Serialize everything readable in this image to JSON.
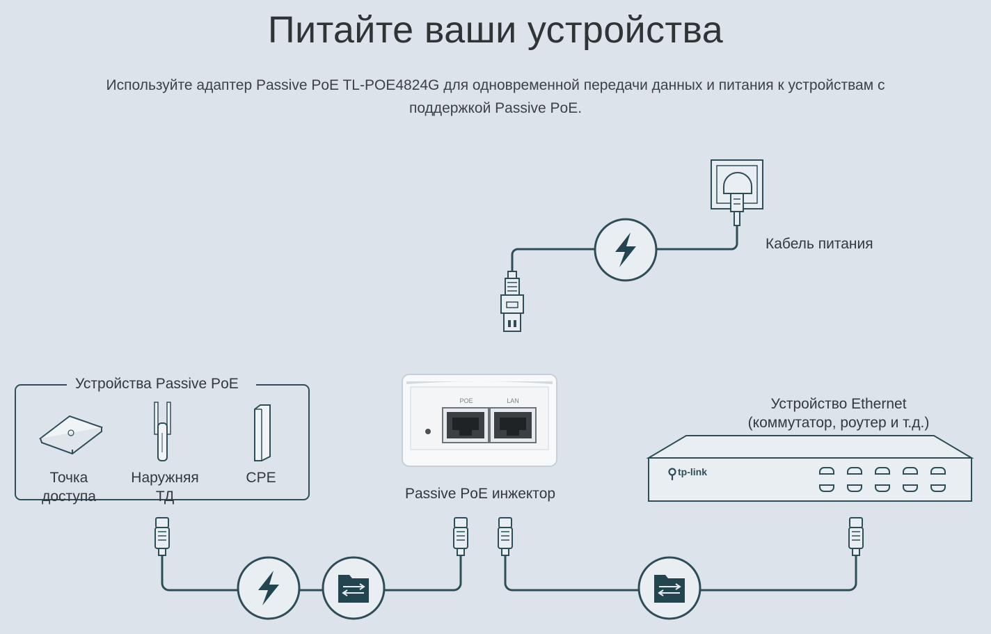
{
  "header": {
    "title": "Питайте ваши устройства",
    "subtitle_line1": "Используйте адаптер Passive PoE TL-POE4824G для одновременной передачи данных и питания к устройствам с",
    "subtitle_line2": "поддержкой Passive PoE."
  },
  "power": {
    "label": "Кабель питания",
    "icon": "lightning-icon"
  },
  "passive_group": {
    "title": "Устройства Passive PoE",
    "items": [
      {
        "label_line1": "Точка",
        "label_line2": "доступа",
        "icon": "access-point-icon"
      },
      {
        "label_line1": "Наружняя",
        "label_line2": "ТД",
        "icon": "outdoor-ap-icon"
      },
      {
        "label_line1": "CPE",
        "label_line2": "",
        "icon": "cpe-icon"
      }
    ]
  },
  "injector": {
    "label": "Passive PoE инжектор",
    "port_poe": "POE",
    "port_lan": "LAN"
  },
  "ethernet": {
    "label_line1": "Устройство Ethernet",
    "label_line2": "(коммутатор, роутер и т.д.)",
    "brand": "tp-link"
  },
  "colors": {
    "background": "#dde3ea",
    "line": "#2e4d57",
    "icon_dark": "#234550",
    "text": "#333b40"
  }
}
